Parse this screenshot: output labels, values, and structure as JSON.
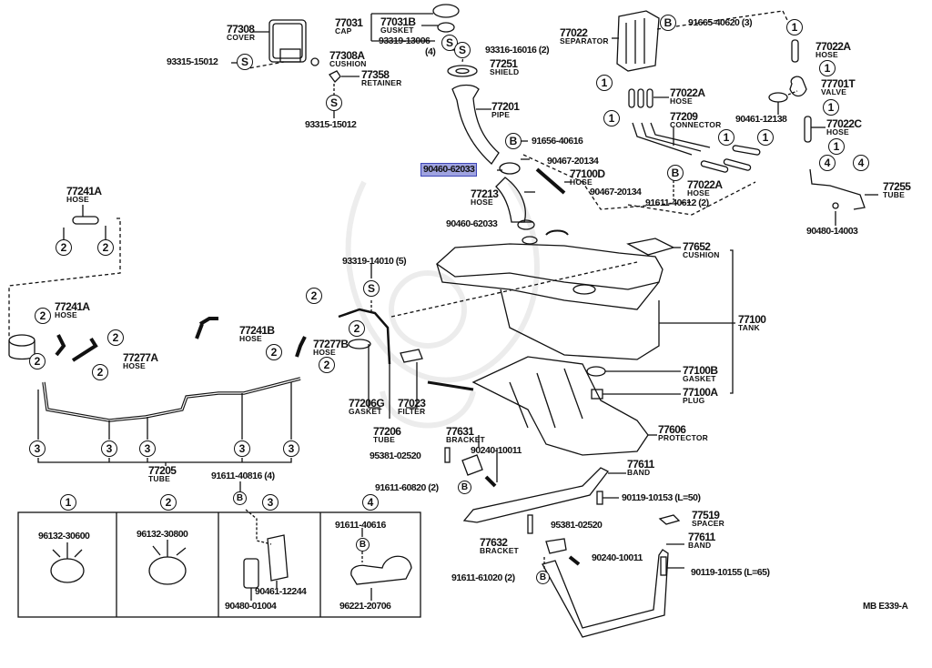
{
  "diagram": {
    "code": "MB  E339-A",
    "highlight_color": "#9fa3e0",
    "highlighted_part": "90460-62033"
  },
  "parts": {
    "p77308": {
      "number": "77308",
      "name": "COVER"
    },
    "p77031": {
      "number": "77031",
      "name": "CAP"
    },
    "p77031B": {
      "number": "77031B",
      "name": "GUSKET"
    },
    "p77308A": {
      "number": "77308A",
      "name": "CUSHION"
    },
    "p77358": {
      "number": "77358",
      "name": "RETAINER"
    },
    "p77251": {
      "number": "77251",
      "name": "SHIELD"
    },
    "p77201": {
      "number": "77201",
      "name": "PIPE"
    },
    "p77022": {
      "number": "77022",
      "name": "SEPARATOR"
    },
    "p77022A_top": {
      "number": "77022A",
      "name": "HOSE"
    },
    "p77022A_mid": {
      "number": "77022A",
      "name": "HOSE"
    },
    "p77022A_low": {
      "number": "77022A",
      "name": "HOSE"
    },
    "p77209": {
      "number": "77209",
      "name": "CONNECTOR"
    },
    "p77701T": {
      "number": "77701T",
      "name": "VALVE"
    },
    "p77022C": {
      "number": "77022C",
      "name": "HOSE"
    },
    "p77255": {
      "number": "77255",
      "name": "TUBE"
    },
    "p77100D": {
      "number": "77100D",
      "name": "HOSE"
    },
    "p77213": {
      "number": "77213",
      "name": "HOSE"
    },
    "p77241A_top": {
      "number": "77241A",
      "name": "HOSE"
    },
    "p77241A_low": {
      "number": "77241A",
      "name": "HOSE"
    },
    "p77277A": {
      "number": "77277A",
      "name": "HOSE"
    },
    "p77241B": {
      "number": "77241B",
      "name": "HOSE"
    },
    "p77277B": {
      "number": "77277B",
      "name": "HOSE"
    },
    "p77206G": {
      "number": "77206G",
      "name": "GASKET"
    },
    "p77023": {
      "number": "77023",
      "name": "FILTER"
    },
    "p77206": {
      "number": "77206",
      "name": "TUBE"
    },
    "p77205": {
      "number": "77205",
      "name": "TUBE"
    },
    "p77652": {
      "number": "77652",
      "name": "CUSHION"
    },
    "p77100": {
      "number": "77100",
      "name": "TANK"
    },
    "p77100B": {
      "number": "77100B",
      "name": "GASKET"
    },
    "p77100A": {
      "number": "77100A",
      "name": "PLUG"
    },
    "p77606": {
      "number": "77606",
      "name": "PROTECTOR"
    },
    "p77631": {
      "number": "77631",
      "name": "BRACKET"
    },
    "p77611_a": {
      "number": "77611",
      "name": "BAND"
    },
    "p77519": {
      "number": "77519",
      "name": "SPACER"
    },
    "p77611_b": {
      "number": "77611",
      "name": "BAND"
    },
    "p77632": {
      "number": "77632",
      "name": "BRACKET"
    }
  },
  "refs": {
    "r93315_15012_a": "93315-15012",
    "r93315_15012_b": "93315-15012",
    "r93319_13006": "93319-13006",
    "r93319_13006_qty": "(4)",
    "r93316_16016": "93316-16016 (2)",
    "r91665_40620": "91665-40620 (3)",
    "r91656_40616": "91656-40616",
    "r90467_20134_a": "90467-20134",
    "r90467_20134_b": "90467-20134",
    "r90460_62033_a": "90460-62033",
    "r90460_62033_b": "90460-62033",
    "r90461_12138": "90461-12138",
    "r91611_40612": "91611-40612 (2)",
    "r90480_14003": "90480-14003",
    "r93319_14010": "93319-14010 (5)",
    "r95381_02520_a": "95381-02520",
    "r90240_10011_a": "90240-10011",
    "r91611_60820": "91611-60820 (2)",
    "r90119_10153": "90119-10153 (L=50)",
    "r95381_02520_b": "95381-02520",
    "r90240_10011_b": "90240-10011",
    "r91611_61020": "91611-61020 (2)",
    "r90119_10155": "90119-10155 (L=65)",
    "r91611_40816": "91611-40816 (4)"
  },
  "markers": {
    "one": "1",
    "two": "2",
    "three": "3",
    "four": "4",
    "s": "S",
    "b": "B"
  },
  "insets": [
    {
      "marker": "1",
      "parts": [
        "96132-30600"
      ]
    },
    {
      "marker": "2",
      "parts": [
        "96132-30800"
      ]
    },
    {
      "marker": "3",
      "parts": [
        "90461-12244",
        "90480-01004"
      ]
    },
    {
      "marker": "4",
      "parts": [
        "91611-40616",
        "96221-20706"
      ]
    }
  ]
}
